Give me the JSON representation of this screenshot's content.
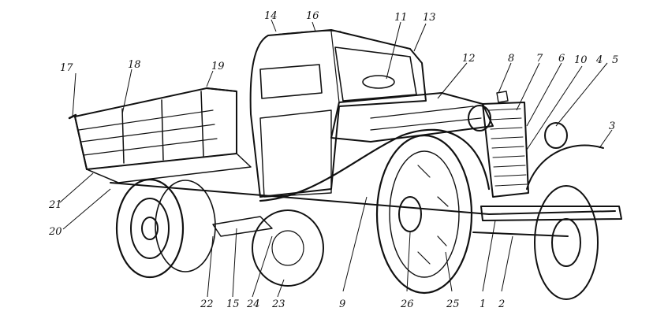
{
  "labels": [
    {
      "id": "1",
      "text": "1"
    },
    {
      "id": "2",
      "text": "2"
    },
    {
      "id": "3",
      "text": "3"
    },
    {
      "id": "4",
      "text": "4"
    },
    {
      "id": "5",
      "text": "5"
    },
    {
      "id": "6",
      "text": "6"
    },
    {
      "id": "7",
      "text": "7"
    },
    {
      "id": "8",
      "text": "8"
    },
    {
      "id": "9",
      "text": "9"
    },
    {
      "id": "10",
      "text": "10"
    },
    {
      "id": "11",
      "text": "11"
    },
    {
      "id": "12",
      "text": "12"
    },
    {
      "id": "13",
      "text": "13"
    },
    {
      "id": "14",
      "text": "14"
    },
    {
      "id": "15",
      "text": "15"
    },
    {
      "id": "16",
      "text": "16"
    },
    {
      "id": "17",
      "text": "17"
    },
    {
      "id": "18",
      "text": "18"
    },
    {
      "id": "19",
      "text": "19"
    },
    {
      "id": "20",
      "text": "20"
    },
    {
      "id": "21",
      "text": "21"
    },
    {
      "id": "22",
      "text": "22"
    },
    {
      "id": "23",
      "text": "23"
    },
    {
      "id": "24",
      "text": "24"
    },
    {
      "id": "25",
      "text": "25"
    },
    {
      "id": "26",
      "text": "26"
    }
  ],
  "colors": {
    "ink": "#111111",
    "paper": "#ffffff"
  }
}
